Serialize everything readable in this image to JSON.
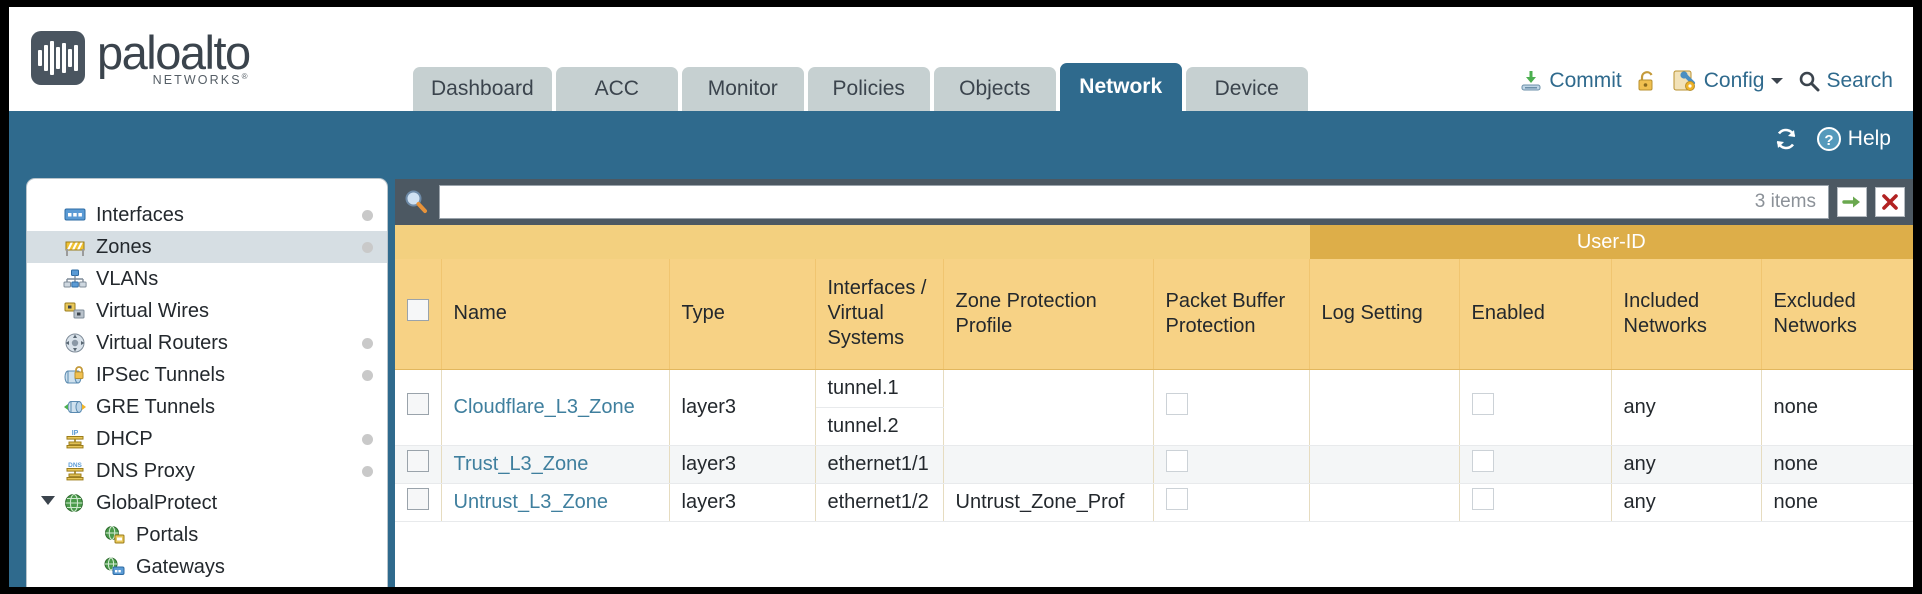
{
  "brand": {
    "name": "paloalto",
    "sub": "NETWORKS",
    "sub_mark": "®"
  },
  "tabs": [
    {
      "label": "Dashboard",
      "active": false
    },
    {
      "label": "ACC",
      "active": false
    },
    {
      "label": "Monitor",
      "active": false
    },
    {
      "label": "Policies",
      "active": false
    },
    {
      "label": "Objects",
      "active": false
    },
    {
      "label": "Network",
      "active": true
    },
    {
      "label": "Device",
      "active": false
    }
  ],
  "top_actions": [
    {
      "label": "Commit",
      "icon": "commit-icon"
    },
    {
      "label": "",
      "icon": "lock-icon"
    },
    {
      "label": "Config",
      "icon": "config-icon",
      "caret": true
    },
    {
      "label": "Search",
      "icon": "search-icon"
    }
  ],
  "band": {
    "refresh_icon": "refresh-icon",
    "help_label": "Help",
    "help_icon": "help-icon"
  },
  "sidebar": {
    "items": [
      {
        "label": "Interfaces",
        "icon": "interfaces-icon",
        "dot": true,
        "selected": false,
        "child": false,
        "twisty": ""
      },
      {
        "label": "Zones",
        "icon": "zones-icon",
        "dot": true,
        "selected": true,
        "child": false,
        "twisty": ""
      },
      {
        "label": "VLANs",
        "icon": "vlans-icon",
        "dot": false,
        "selected": false,
        "child": false,
        "twisty": ""
      },
      {
        "label": "Virtual Wires",
        "icon": "virtual-wires-icon",
        "dot": false,
        "selected": false,
        "child": false,
        "twisty": ""
      },
      {
        "label": "Virtual Routers",
        "icon": "virtual-routers-icon",
        "dot": true,
        "selected": false,
        "child": false,
        "twisty": ""
      },
      {
        "label": "IPSec Tunnels",
        "icon": "ipsec-tunnels-icon",
        "dot": true,
        "selected": false,
        "child": false,
        "twisty": ""
      },
      {
        "label": "GRE Tunnels",
        "icon": "gre-tunnels-icon",
        "dot": false,
        "selected": false,
        "child": false,
        "twisty": ""
      },
      {
        "label": "DHCP",
        "icon": "dhcp-icon",
        "dot": true,
        "selected": false,
        "child": false,
        "twisty": ""
      },
      {
        "label": "DNS Proxy",
        "icon": "dns-proxy-icon",
        "dot": true,
        "selected": false,
        "child": false,
        "twisty": ""
      },
      {
        "label": "GlobalProtect",
        "icon": "globalprotect-icon",
        "dot": false,
        "selected": false,
        "child": false,
        "twisty": "open"
      },
      {
        "label": "Portals",
        "icon": "portals-icon",
        "dot": false,
        "selected": false,
        "child": true,
        "twisty": ""
      },
      {
        "label": "Gateways",
        "icon": "gateways-icon",
        "dot": false,
        "selected": false,
        "child": true,
        "twisty": ""
      }
    ]
  },
  "search": {
    "value": "",
    "placeholder": "",
    "items_count": "3 items",
    "apply_icon": "apply-arrow-icon",
    "clear_icon": "clear-x-icon",
    "magnifier_icon": "magnifier-icon"
  },
  "table": {
    "group_header": "User-ID",
    "columns": [
      "Name",
      "Type",
      "Interfaces / Virtual Systems",
      "Zone Protection Profile",
      "Packet Buffer Protection",
      "Log Setting",
      "Enabled",
      "Included Networks",
      "Excluded Networks"
    ],
    "rows": [
      {
        "name": "Cloudflare_L3_Zone",
        "type": "layer3",
        "interfaces": [
          "tunnel.1",
          "tunnel.2"
        ],
        "zone_protection_profile": "",
        "packet_buffer_protection": false,
        "log_setting": "",
        "userid_enabled": false,
        "included_networks": "any",
        "excluded_networks": "none"
      },
      {
        "name": "Trust_L3_Zone",
        "type": "layer3",
        "interfaces": [
          "ethernet1/1"
        ],
        "zone_protection_profile": "",
        "packet_buffer_protection": false,
        "log_setting": "",
        "userid_enabled": false,
        "included_networks": "any",
        "excluded_networks": "none"
      },
      {
        "name": "Untrust_L3_Zone",
        "type": "layer3",
        "interfaces": [
          "ethernet1/2"
        ],
        "zone_protection_profile": "Untrust_Zone_Prof",
        "packet_buffer_protection": false,
        "log_setting": "",
        "userid_enabled": false,
        "included_networks": "any",
        "excluded_networks": "none"
      }
    ]
  },
  "colors": {
    "brand_blue": "#2f6a8d",
    "header_gold": "#f7d285",
    "group_gold": "#ddae49",
    "searchbar_gray": "#4c5862",
    "link_blue": "#3f7f9e"
  }
}
